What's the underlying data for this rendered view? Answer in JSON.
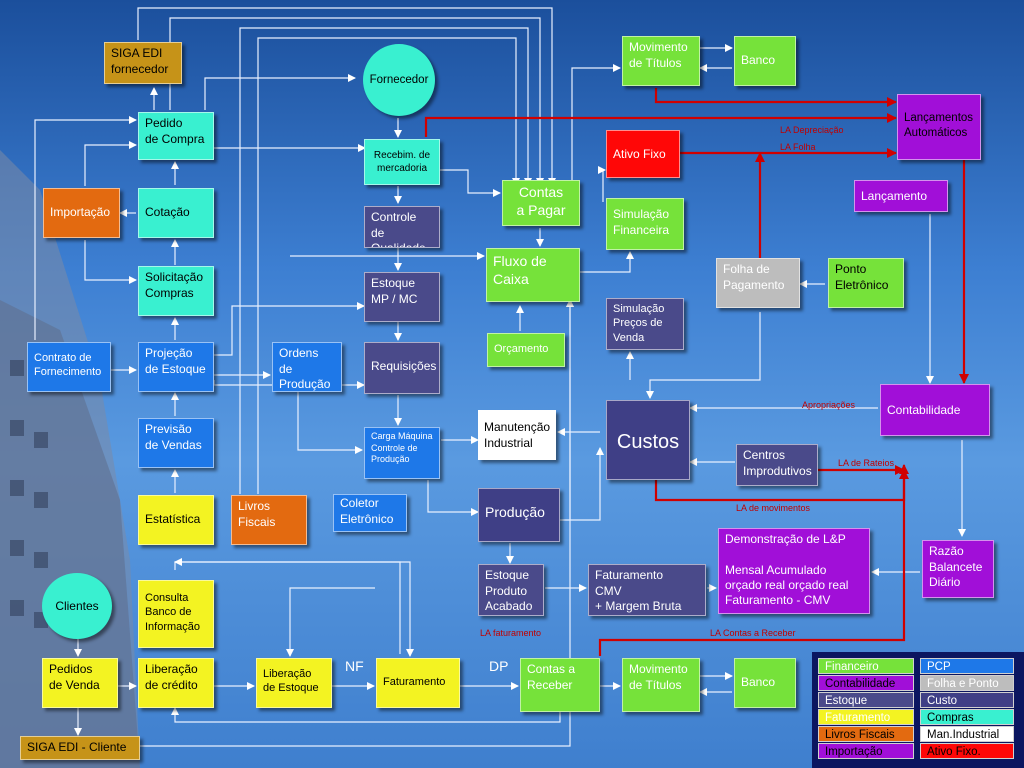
{
  "boxes": {
    "siga_edi_fornecedor": "SIGA EDI\nfornecedor",
    "fornecedor": "Fornecedor",
    "pedido_compra": "Pedido\nde Compra",
    "importacao": "Importação",
    "cotacao": "Cotação",
    "solicitacao_compras": "Solicitação\nCompras",
    "contrato_fornecimento": "Contrato de\nFornecimento",
    "projecao_estoque": "Projeção\nde Estoque",
    "ordens_producao": "Ordens de\nProdução",
    "previsao_vendas": "Previsão\nde Vendas",
    "estatistica": "Estatística",
    "livros_fiscais": "Livros\nFiscais",
    "coletor_eletronico": "Coletor\nEletrônico",
    "recebim_mercadoria": "Recebim. de\nmercadoria",
    "controle_qualidade": "Controle de\nQualidade",
    "estoque_mp_mc": "Estoque\nMP / MC",
    "requisicoes": "Requisições",
    "carga_maquina": "Carga Máquina\nControle de\nProdução",
    "contas_pagar": "Contas\na Pagar",
    "fluxo_caixa": "Fluxo de\nCaixa",
    "orcamento": "Orçamento",
    "manutencao_industrial": "Manutenção\nIndustrial",
    "producao": "Produção",
    "estoque_produto_acabado": "Estoque\nProduto\nAcabado",
    "faturamento_cmv": "Faturamento\nCMV\n  + Margem Bruta",
    "movimento_titulos_top": "Movimento\nde Títulos",
    "banco_top": "Banco",
    "ativo_fixo": "Ativo Fixo",
    "simulacao_financeira": "Simulação\nFinanceira",
    "simulacao_precos": "Simulação\nPreços de\n Venda",
    "custos": "Custos",
    "centros_improdutivos": "Centros\nImprodutivos",
    "folha_pagamento": "Folha de\nPagamento",
    "ponto_eletronico": "Ponto\nEletrônico",
    "lancamentos_automaticos": "Lançamentos\nAutomáticos",
    "lancamento": "Lançamento",
    "contabilidade": "Contabilidade",
    "demonstracao": "  Demonstração de L&P\n\nMensal        Acumulado\n orçado real    orçado real\nFaturamento - CMV",
    "razao": "Razão\nBalancete\nDiário",
    "clientes": "Clientes",
    "consulta_banco": "Consulta\nBanco de\nInformação",
    "pedidos_venda": "Pedidos\nde Venda",
    "liberacao_credito": "Liberação\nde crédito",
    "liberacao_estoque": "Liberação\nde Estoque",
    "faturamento": "Faturamento",
    "contas_receber": "Contas a\nReceber",
    "movimento_titulos_bottom": "Movimento\nde Títulos",
    "banco_bottom": "Banco",
    "siga_edi_cliente": "SIGA EDI - Cliente"
  },
  "labels": {
    "la_depreciacao": "LA Depreciação",
    "la_folha": "LA Folha",
    "apropriacoes": "Apropriações",
    "la_rateios": "LA de Rateios",
    "la_movimentos": "LA de movimentos",
    "la_faturamento": "LA faturamento",
    "la_contas_receber": "LA Contas a Receber",
    "nf": "NF",
    "dp": "DP"
  },
  "legend": [
    {
      "label": "Financeiro",
      "color": "#76e23a"
    },
    {
      "label": "PCP",
      "color": "#1e78e8"
    },
    {
      "label": "Contabilidade",
      "color": "#a10fd8"
    },
    {
      "label": "Folha e Ponto",
      "color": "#bdbdbd"
    },
    {
      "label": "Estoque",
      "color": "#4a4a8a"
    },
    {
      "label": "Custo",
      "color": "#3f3f86"
    },
    {
      "label": "Faturamento",
      "color": "#f3f322"
    },
    {
      "label": "Compras",
      "color": "#39f0d0"
    },
    {
      "label": "Livros Fiscais",
      "color": "#e36a10"
    },
    {
      "label": "Man.Industrial",
      "color": "#ffffff"
    },
    {
      "label": "Importação",
      "color": "#a10fd8"
    },
    {
      "label": "Ativo Fixo.",
      "color": "#ff0707"
    }
  ]
}
